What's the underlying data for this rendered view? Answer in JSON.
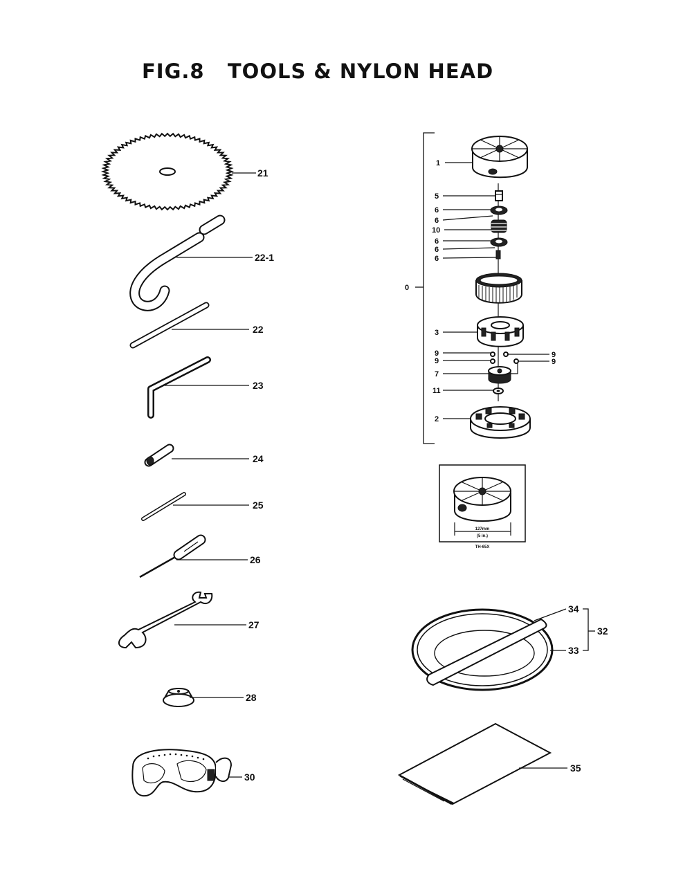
{
  "title": "FIG.8   TOOLS & NYLON HEAD",
  "callouts": {
    "c21": "21",
    "c22_1": "22-1",
    "c22": "22",
    "c23": "23",
    "c24": "24",
    "c25": "25",
    "c26": "26",
    "c27": "27",
    "c28": "28",
    "c30": "30",
    "c0": "0",
    "c1": "1",
    "c5": "5",
    "c6a": "6",
    "c6b": "6",
    "c10": "10",
    "c6c": "6",
    "c6d": "6",
    "c6e": "6",
    "c3": "3",
    "c9a": "9",
    "c9b": "9",
    "c9c": "9",
    "c9d": "9",
    "c7": "7",
    "c11": "11",
    "c2": "2",
    "c34": "34",
    "c33": "33",
    "c32": "32",
    "c35": "35"
  },
  "inset": {
    "dimension": "127mm",
    "dimension_in": "(5 in.)",
    "model": "TH-65X"
  },
  "colors": {
    "ink": "#111111",
    "paper": "#ffffff"
  }
}
